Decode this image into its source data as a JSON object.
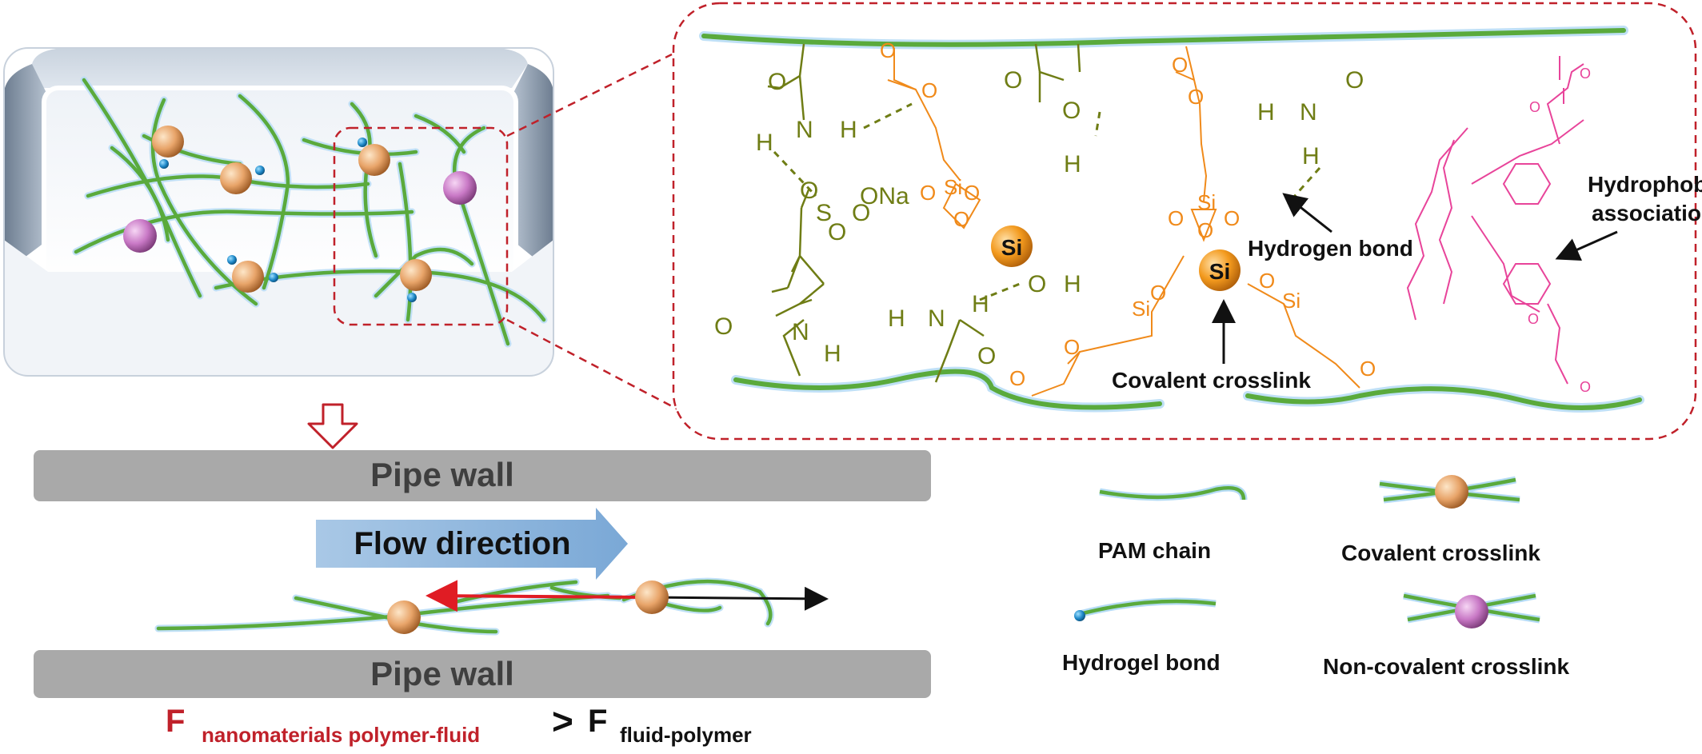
{
  "figure": {
    "pipe_wall_top": "Pipe wall",
    "pipe_wall_bottom": "Pipe wall",
    "flow_direction": "Flow direction",
    "force_left_symbol": "F",
    "force_left_subscript": "nanomaterials polymer-fluid",
    "comparator": ">",
    "force_right_symbol": "F",
    "force_right_subscript": "fluid-polymer"
  },
  "inset": {
    "hydrogen_bond_label": "Hydrogen bond",
    "covalent_crosslink_label": "Covalent crosslink",
    "hydrophobic_label_line1": "Hydrophobic",
    "hydrophobic_label_line2": "association",
    "atoms": {
      "O": "O",
      "N": "N",
      "H": "H",
      "Si": "Si",
      "S": "S",
      "ONa": "ONa"
    }
  },
  "legend": {
    "pam_chain": "PAM chain",
    "covalent_crosslink": "Covalent crosslink",
    "hydrogel_bond": "Hydrogel bond",
    "non_covalent_crosslink": "Non-covalent crosslink"
  },
  "colors": {
    "chain_green": "#5aaa3c",
    "chain_glow": "#a9d4f2",
    "orange_bead": "#e8a469",
    "purple_bead": "#c979c6",
    "blue_dot": "#1e88c8",
    "dashed_red": "#c0212a",
    "flow_arrow": "#8eb6db",
    "pipe_wall": "#a9a9a9",
    "olive_chem": "#6f7d15",
    "orange_chem": "#f08a1a",
    "pink_chem": "#e8449a",
    "force_red": "#c0212a"
  }
}
